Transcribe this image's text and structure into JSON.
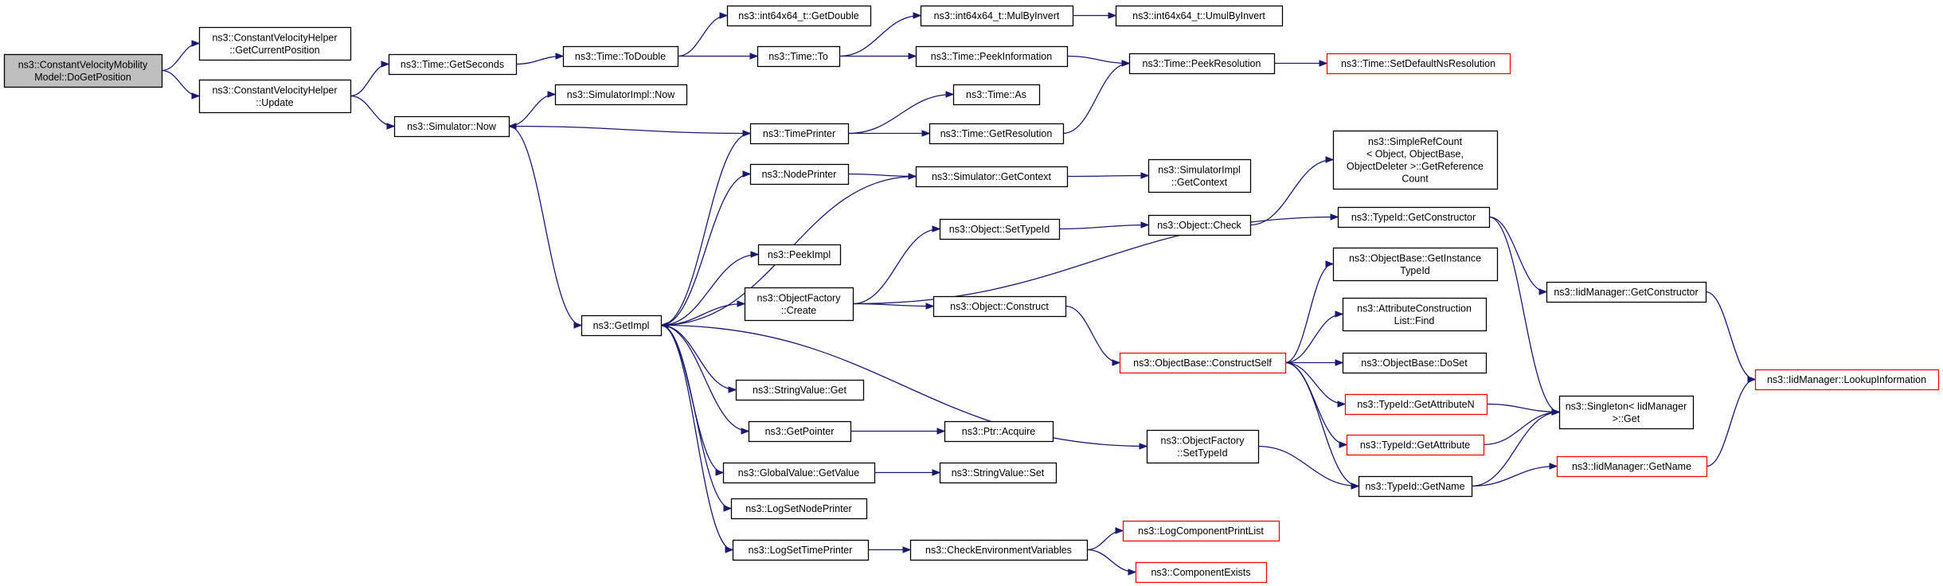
{
  "diagram": {
    "colors": {
      "edge": "#191970",
      "root_fill": "#bfbfbf",
      "normal_border": "#000000",
      "truncated_border": "#ff0000",
      "node_fill": "#ffffff"
    },
    "nodes": [
      {
        "id": "root",
        "lines": [
          "ns3::ConstantVelocityMobility",
          "Model::DoGetPosition"
        ],
        "style": "root"
      },
      {
        "id": "cvh_getcur",
        "lines": [
          "ns3::ConstantVelocityHelper",
          "::GetCurrentPosition"
        ],
        "style": "normal"
      },
      {
        "id": "cvh_update",
        "lines": [
          "ns3::ConstantVelocityHelper",
          "::Update"
        ],
        "style": "normal"
      },
      {
        "id": "time_getseconds",
        "lines": [
          "ns3::Time::GetSeconds"
        ],
        "style": "normal"
      },
      {
        "id": "sim_now",
        "lines": [
          "ns3::Simulator::Now"
        ],
        "style": "normal"
      },
      {
        "id": "time_todouble",
        "lines": [
          "ns3::Time::ToDouble"
        ],
        "style": "normal"
      },
      {
        "id": "int64_getdouble",
        "lines": [
          "ns3::int64x64_t::GetDouble"
        ],
        "style": "normal"
      },
      {
        "id": "time_to",
        "lines": [
          "ns3::Time::To"
        ],
        "style": "normal"
      },
      {
        "id": "int64_mulbyinvert",
        "lines": [
          "ns3::int64x64_t::MulByInvert"
        ],
        "style": "normal"
      },
      {
        "id": "int64_umulbyinvert",
        "lines": [
          "ns3::int64x64_t::UmulByInvert"
        ],
        "style": "normal"
      },
      {
        "id": "time_peekinfo",
        "lines": [
          "ns3::Time::PeekInformation"
        ],
        "style": "normal"
      },
      {
        "id": "time_peekres",
        "lines": [
          "ns3::Time::PeekResolution"
        ],
        "style": "normal"
      },
      {
        "id": "time_setdefault",
        "lines": [
          "ns3::Time::SetDefaultNsResolution"
        ],
        "style": "truncated"
      },
      {
        "id": "simimpl_now",
        "lines": [
          "ns3::SimulatorImpl::Now"
        ],
        "style": "normal"
      },
      {
        "id": "timeprinter",
        "lines": [
          "ns3::TimePrinter"
        ],
        "style": "normal"
      },
      {
        "id": "time_as",
        "lines": [
          "ns3::Time::As"
        ],
        "style": "normal"
      },
      {
        "id": "time_getres",
        "lines": [
          "ns3::Time::GetResolution"
        ],
        "style": "normal"
      },
      {
        "id": "nodeprinter",
        "lines": [
          "ns3::NodePrinter"
        ],
        "style": "normal"
      },
      {
        "id": "sim_getcontext",
        "lines": [
          "ns3::Simulator::GetContext"
        ],
        "style": "normal"
      },
      {
        "id": "simimpl_getcontext",
        "lines": [
          "ns3::SimulatorImpl",
          "::GetContext"
        ],
        "style": "normal"
      },
      {
        "id": "refcount",
        "lines": [
          "ns3::SimpleRefCount",
          "< Object, ObjectBase,",
          "ObjectDeleter >::GetReference",
          "Count"
        ],
        "style": "normal"
      },
      {
        "id": "obj_settypeid",
        "lines": [
          "ns3::Object::SetTypeId"
        ],
        "style": "normal"
      },
      {
        "id": "obj_check",
        "lines": [
          "ns3::Object::Check"
        ],
        "style": "normal"
      },
      {
        "id": "typeid_getctor",
        "lines": [
          "ns3::TypeId::GetConstructor"
        ],
        "style": "normal"
      },
      {
        "id": "peekimpl",
        "lines": [
          "ns3::PeekImpl"
        ],
        "style": "normal"
      },
      {
        "id": "objbase_getinst",
        "lines": [
          "ns3::ObjectBase::GetInstance",
          "TypeId"
        ],
        "style": "normal"
      },
      {
        "id": "getimpl",
        "lines": [
          "ns3::GetImpl"
        ],
        "style": "normal"
      },
      {
        "id": "objfactory_create",
        "lines": [
          "ns3::ObjectFactory",
          "::Create"
        ],
        "style": "normal"
      },
      {
        "id": "obj_construct",
        "lines": [
          "ns3::Object::Construct"
        ],
        "style": "normal"
      },
      {
        "id": "iid_getctor",
        "lines": [
          "ns3::IidManager::GetConstructor"
        ],
        "style": "normal"
      },
      {
        "id": "attr_find",
        "lines": [
          "ns3::AttributeConstruction",
          "List::Find"
        ],
        "style": "normal"
      },
      {
        "id": "objbase_constructself",
        "lines": [
          "ns3::ObjectBase::ConstructSelf"
        ],
        "style": "truncated"
      },
      {
        "id": "objbase_doset",
        "lines": [
          "ns3::ObjectBase::DoSet"
        ],
        "style": "normal"
      },
      {
        "id": "iid_lookup",
        "lines": [
          "ns3::IidManager::LookupInformation"
        ],
        "style": "truncated"
      },
      {
        "id": "stringvalue_get",
        "lines": [
          "ns3::StringValue::Get"
        ],
        "style": "normal"
      },
      {
        "id": "typeid_getattrn",
        "lines": [
          "ns3::TypeId::GetAttributeN"
        ],
        "style": "truncated"
      },
      {
        "id": "singleton_get",
        "lines": [
          "ns3::Singleton< IidManager",
          "  >::Get"
        ],
        "style": "normal"
      },
      {
        "id": "getpointer",
        "lines": [
          "ns3::GetPointer"
        ],
        "style": "normal"
      },
      {
        "id": "ptr_acquire",
        "lines": [
          "ns3::Ptr::Acquire"
        ],
        "style": "normal"
      },
      {
        "id": "typeid_getattr",
        "lines": [
          "ns3::TypeId::GetAttribute"
        ],
        "style": "truncated"
      },
      {
        "id": "objfactory_settypeid",
        "lines": [
          "ns3::ObjectFactory",
          "::SetTypeId"
        ],
        "style": "normal"
      },
      {
        "id": "iid_getname",
        "lines": [
          "ns3::IidManager::GetName"
        ],
        "style": "truncated"
      },
      {
        "id": "globalvalue_getvalue",
        "lines": [
          "ns3::GlobalValue::GetValue"
        ],
        "style": "normal"
      },
      {
        "id": "stringvalue_set",
        "lines": [
          "ns3::StringValue::Set"
        ],
        "style": "normal"
      },
      {
        "id": "typeid_getname",
        "lines": [
          "ns3::TypeId::GetName"
        ],
        "style": "normal"
      },
      {
        "id": "logsetnodeprinter",
        "lines": [
          "ns3::LogSetNodePrinter"
        ],
        "style": "normal"
      },
      {
        "id": "logcomponentprintlist",
        "lines": [
          "ns3::LogComponentPrintList"
        ],
        "style": "truncated"
      },
      {
        "id": "logsettimeprinter",
        "lines": [
          "ns3::LogSetTimePrinter"
        ],
        "style": "normal"
      },
      {
        "id": "checkenv",
        "lines": [
          "ns3::CheckEnvironmentVariables"
        ],
        "style": "normal"
      },
      {
        "id": "componentexists",
        "lines": [
          "ns3::ComponentExists"
        ],
        "style": "truncated"
      }
    ],
    "edges": [
      [
        "root",
        "cvh_getcur"
      ],
      [
        "root",
        "cvh_update"
      ],
      [
        "cvh_update",
        "time_getseconds"
      ],
      [
        "cvh_update",
        "sim_now"
      ],
      [
        "time_getseconds",
        "time_todouble"
      ],
      [
        "time_todouble",
        "int64_getdouble"
      ],
      [
        "time_todouble",
        "time_to"
      ],
      [
        "time_to",
        "int64_mulbyinvert"
      ],
      [
        "time_to",
        "time_peekinfo"
      ],
      [
        "int64_mulbyinvert",
        "int64_umulbyinvert"
      ],
      [
        "time_peekinfo",
        "time_peekres"
      ],
      [
        "time_peekres",
        "time_setdefault"
      ],
      [
        "sim_now",
        "simimpl_now"
      ],
      [
        "sim_now",
        "getimpl"
      ],
      [
        "timeprinter",
        "sim_now"
      ],
      [
        "timeprinter",
        "time_as"
      ],
      [
        "timeprinter",
        "time_getres"
      ],
      [
        "time_getres",
        "time_peekres"
      ],
      [
        "nodeprinter",
        "sim_getcontext"
      ],
      [
        "sim_getcontext",
        "simimpl_getcontext"
      ],
      [
        "sim_getcontext",
        "getimpl"
      ],
      [
        "getimpl",
        "timeprinter"
      ],
      [
        "getimpl",
        "nodeprinter"
      ],
      [
        "getimpl",
        "peekimpl"
      ],
      [
        "getimpl",
        "objfactory_create"
      ],
      [
        "getimpl",
        "objfactory_settypeid"
      ],
      [
        "getimpl",
        "stringvalue_get"
      ],
      [
        "getimpl",
        "getpointer"
      ],
      [
        "getimpl",
        "globalvalue_getvalue"
      ],
      [
        "getimpl",
        "logsetnodeprinter"
      ],
      [
        "getimpl",
        "logsettimeprinter"
      ],
      [
        "objfactory_create",
        "obj_settypeid"
      ],
      [
        "objfactory_create",
        "typeid_getctor"
      ],
      [
        "objfactory_create",
        "obj_construct"
      ],
      [
        "obj_settypeid",
        "obj_check"
      ],
      [
        "obj_check",
        "refcount"
      ],
      [
        "typeid_getctor",
        "iid_getctor"
      ],
      [
        "typeid_getctor",
        "singleton_get"
      ],
      [
        "iid_getctor",
        "iid_lookup"
      ],
      [
        "obj_construct",
        "objbase_constructself"
      ],
      [
        "objbase_constructself",
        "objbase_getinst"
      ],
      [
        "objbase_constructself",
        "attr_find"
      ],
      [
        "objbase_constructself",
        "objbase_doset"
      ],
      [
        "objbase_constructself",
        "typeid_getattrn"
      ],
      [
        "objbase_constructself",
        "typeid_getattr"
      ],
      [
        "objbase_constructself",
        "typeid_getname"
      ],
      [
        "typeid_getattrn",
        "singleton_get"
      ],
      [
        "typeid_getattr",
        "singleton_get"
      ],
      [
        "typeid_getname",
        "singleton_get"
      ],
      [
        "typeid_getname",
        "iid_getname"
      ],
      [
        "iid_getname",
        "iid_lookup"
      ],
      [
        "getpointer",
        "ptr_acquire"
      ],
      [
        "globalvalue_getvalue",
        "stringvalue_set"
      ],
      [
        "objfactory_settypeid",
        "typeid_getname"
      ],
      [
        "logsettimeprinter",
        "checkenv"
      ],
      [
        "checkenv",
        "logcomponentprintlist"
      ],
      [
        "checkenv",
        "componentexists"
      ]
    ]
  }
}
